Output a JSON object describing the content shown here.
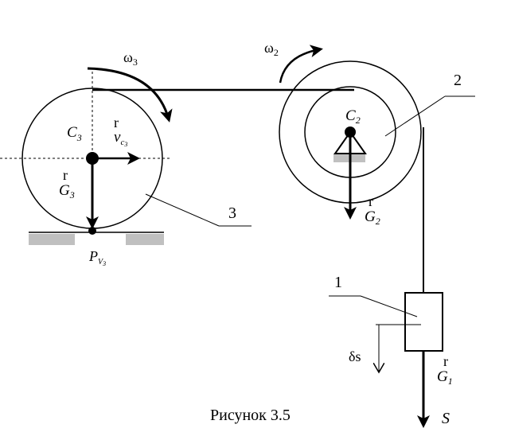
{
  "labels": {
    "omega3": "ω",
    "omega3_sub": "3",
    "omega2": "ω",
    "omega2_sub": "2",
    "C3": "C",
    "C3_sub": "3",
    "C2": "C",
    "C2_sub": "2",
    "vc3_r": "r",
    "vc3": "v",
    "vc3_sub": "c",
    "vc3_subsub": "3",
    "G3_r": "r",
    "G3": "G",
    "G3_sub": "3",
    "G2_r": "r",
    "G2": "G",
    "G2_sub": "2",
    "G1_r": "r",
    "G1": "G",
    "G1_sub": "1",
    "P": "P",
    "P_sub": "V",
    "P_subsub": "3",
    "num1": "1",
    "num2": "2",
    "num3": "3",
    "delta_s": "δs",
    "S": "S"
  },
  "caption": "Рисунок 3.5",
  "colors": {
    "line": "#000000",
    "support": "#c0c0c0"
  }
}
